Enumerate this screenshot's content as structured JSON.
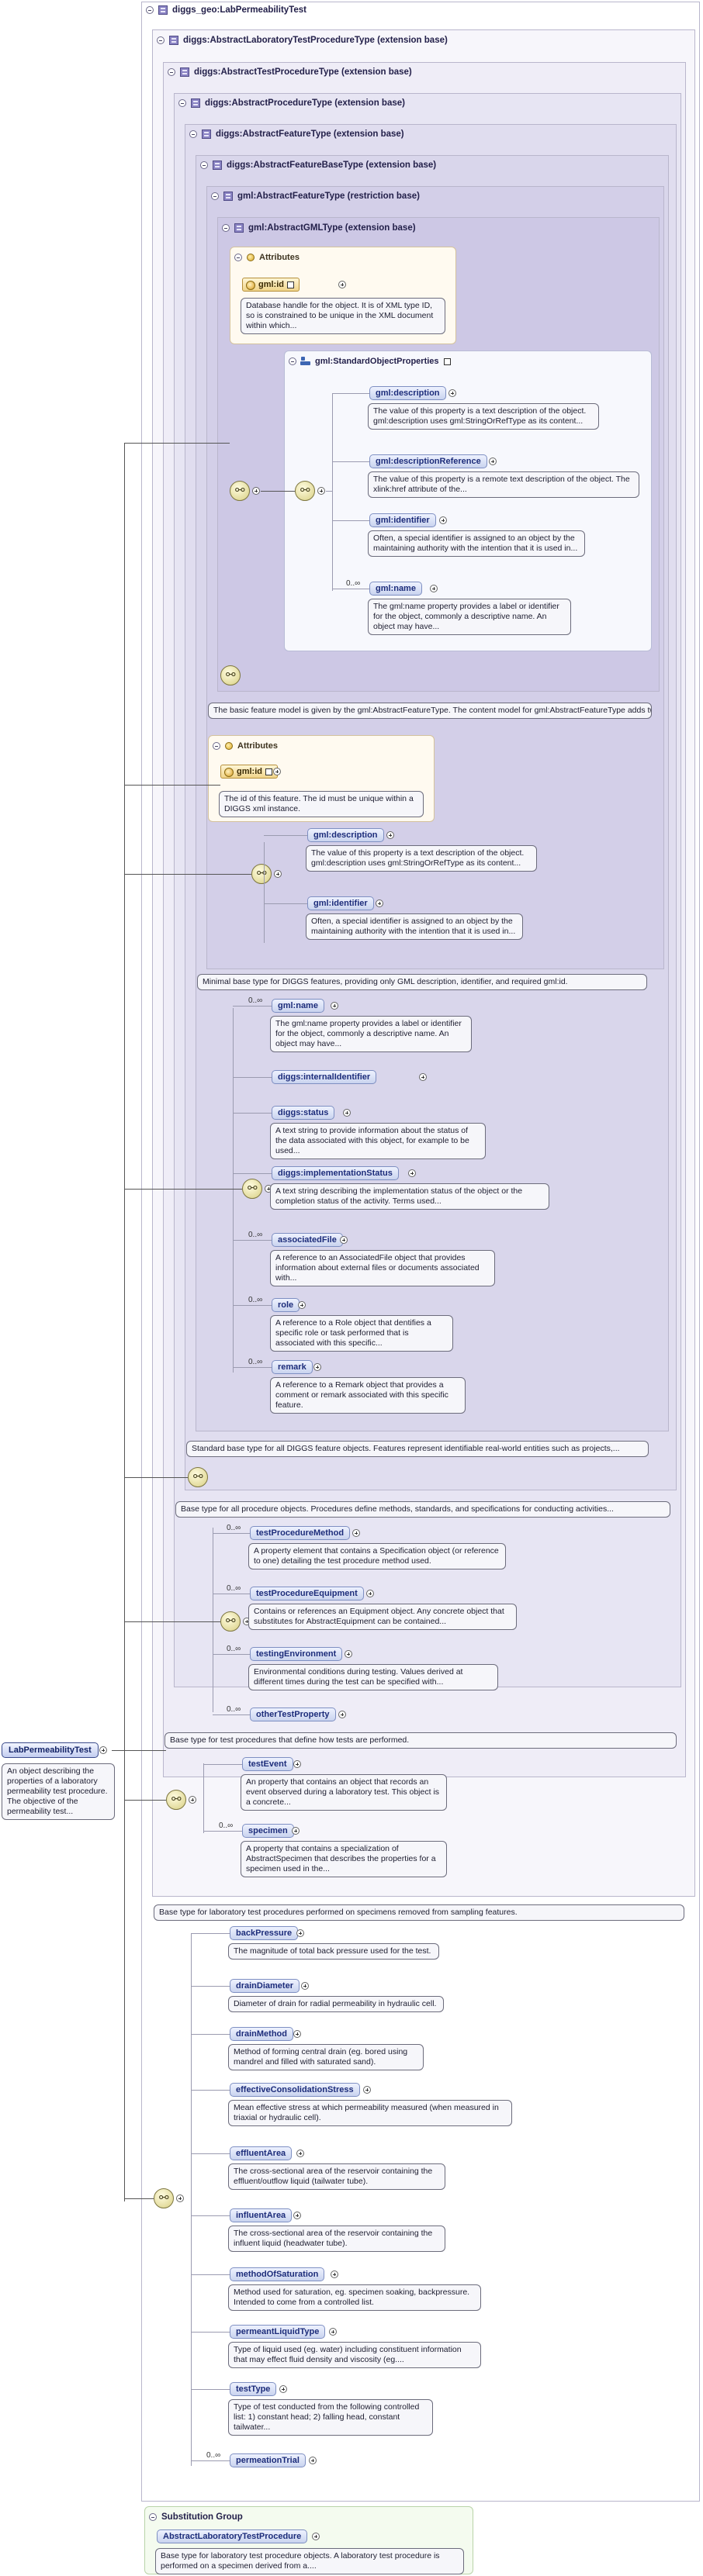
{
  "root": {
    "title": "diggs_geo:LabPermeabilityTest",
    "element": "LabPermeabilityTest",
    "description": "An object describing the properties of a laboratory permeability test procedure. The objective of the permeability test..."
  },
  "extensions": [
    {
      "name": "diggs:AbstractLaboratoryTestProcedureType (extension base)",
      "note": "Base type for laboratory test procedures performed on specimens removed from sampling features."
    },
    {
      "name": "diggs:AbstractTestProcedureType (extension base)",
      "note": "Base type for test procedures that define how tests are performed."
    },
    {
      "name": "diggs:AbstractProcedureType (extension base)",
      "note": "Base type for all procedure objects. Procedures define methods, standards, and specifications for conducting activities..."
    },
    {
      "name": "diggs:AbstractFeatureType (extension base)",
      "note": "Standard base type for all DIGGS feature objects. Features represent identifiable real-world entities such as projects,..."
    },
    {
      "name": "diggs:AbstractFeatureBaseType (extension base)",
      "note": "Minimal base type for DIGGS features, providing only GML description, identifier, and required gml:id."
    },
    {
      "name": "gml:AbstractFeatureType (restriction base)",
      "note": "The basic feature model is given by the gml:AbstractFeatureType. The content model for gml:AbstractFeatureType adds two..."
    },
    {
      "name": "gml:AbstractGMLType (extension base)",
      "note": ""
    }
  ],
  "gml_attrs": {
    "title": "Attributes",
    "attr": "gml:id",
    "note": "Database handle for the object. It is of XML type ID, so is constrained to be unique in the XML document within which..."
  },
  "std_props": {
    "title": "gml:StandardObjectProperties",
    "items": [
      {
        "name": "gml:description",
        "note": "The value of this property is a text description of the object. gml:description uses gml:StringOrRefType as its content..."
      },
      {
        "name": "gml:descriptionReference",
        "note": "The value of this property is a remote text description of the object. The xlink:href attribute of the..."
      },
      {
        "name": "gml:identifier",
        "note": "Often, a special identifier is assigned to an object by the maintaining authority with the intention that it is used in..."
      },
      {
        "name": "gml:name",
        "mult": "0..∞",
        "note": "The gml:name property provides a label or identifier for the object, commonly a descriptive name. An object may have..."
      }
    ]
  },
  "base_attrs": {
    "title": "Attributes",
    "attr": "gml:id",
    "note": "The id of this feature. The id must be unique within a DIGGS xml instance."
  },
  "base_items": [
    {
      "name": "gml:description",
      "note": "The value of this property is a text description of the object. gml:description uses gml:StringOrRefType as its content..."
    },
    {
      "name": "gml:identifier",
      "note": "Often, a special identifier is assigned to an object by the maintaining authority with the intention that it is used in..."
    }
  ],
  "feature_items": [
    {
      "name": "gml:name",
      "mult": "0..∞",
      "note": "The gml:name property provides a label or identifier for the object, commonly a descriptive name. An object may have..."
    },
    {
      "name": "diggs:internalIdentifier",
      "mult": "",
      "note": ""
    },
    {
      "name": "diggs:status",
      "mult": "",
      "note": "A text string to provide information about the status of the data associated with this object, for example to be used..."
    },
    {
      "name": "diggs:implementationStatus",
      "mult": "",
      "note": "A text string describing the implementation status of the object or the completion status of the activity. Terms used..."
    },
    {
      "name": "associatedFile",
      "mult": "0..∞",
      "note": "A reference to an AssociatedFile object that provides information about external files or documents associated with..."
    },
    {
      "name": "role",
      "mult": "0..∞",
      "note": "A reference to a Role object that dentifies a specific role or task performed that is associated with this specific..."
    },
    {
      "name": "remark",
      "mult": "0..∞",
      "note": "A reference to a Remark object that provides a comment or remark associated with this specific feature."
    }
  ],
  "procedure_items": [
    {
      "name": "testProcedureMethod",
      "mult": "0..∞",
      "note": "A property element that contains a Specification object (or reference to one) detailing the test procedure method used."
    },
    {
      "name": "testProcedureEquipment",
      "mult": "0..∞",
      "note": "Contains or references an Equipment object. Any concrete object that substitutes for AbstractEquipment can be contained..."
    },
    {
      "name": "testingEnvironment",
      "mult": "0..∞",
      "note": "Environmental conditions during testing. Values derived at different times during the test can be specified with..."
    },
    {
      "name": "otherTestProperty",
      "mult": "0..∞",
      "note": ""
    }
  ],
  "test_items": [
    {
      "name": "testEvent",
      "mult": "",
      "note": "An property that contains an object that records an event observed during a laboratory test. This object is a concrete..."
    },
    {
      "name": "specimen",
      "mult": "0..∞",
      "note": "A property that contains a specialization of AbstractSpecimen that describes the properties for a specimen used in the..."
    }
  ],
  "perm_items": [
    {
      "name": "backPressure",
      "mult": "",
      "note": "The magnitude of total back pressure used for the test."
    },
    {
      "name": "drainDiameter",
      "mult": "",
      "note": "Diameter of drain for radial permeability in hydraulic cell."
    },
    {
      "name": "drainMethod",
      "mult": "",
      "note": "Method of forming central drain (eg. bored using mandrel and filled with saturated sand)."
    },
    {
      "name": "effectiveConsolidationStress",
      "mult": "",
      "note": "Mean effective stress at which permeability measured (when measured in triaxial or hydraulic cell)."
    },
    {
      "name": "effluentArea",
      "mult": "",
      "note": "The cross-sectional area of the reservoir containing the effluent/outflow liquid (tailwater tube)."
    },
    {
      "name": "influentArea",
      "mult": "",
      "note": "The cross-sectional area of the reservoir containing the influent liquid (headwater tube)."
    },
    {
      "name": "methodOfSaturation",
      "mult": "",
      "note": "Method used for saturation, eg. specimen soaking, backpressure. Intended to come from a controlled list."
    },
    {
      "name": "permeantLiquidType",
      "mult": "",
      "note": "Type of liquid used (eg. water) including constituent information that may effect fluid density and viscosity (eg...."
    },
    {
      "name": "testType",
      "mult": "",
      "note": "Type of test conducted from the following controlled list: 1) constant head; 2) falling head, constant tailwater..."
    },
    {
      "name": "permeationTrial",
      "mult": "0..∞",
      "note": ""
    }
  ],
  "substitution": {
    "title": "Substitution Group",
    "element": "AbstractLaboratoryTestProcedure",
    "note": "Base type for laboratory test procedure objects. A laboratory test procedure is performed on a specimen derived from a...."
  }
}
